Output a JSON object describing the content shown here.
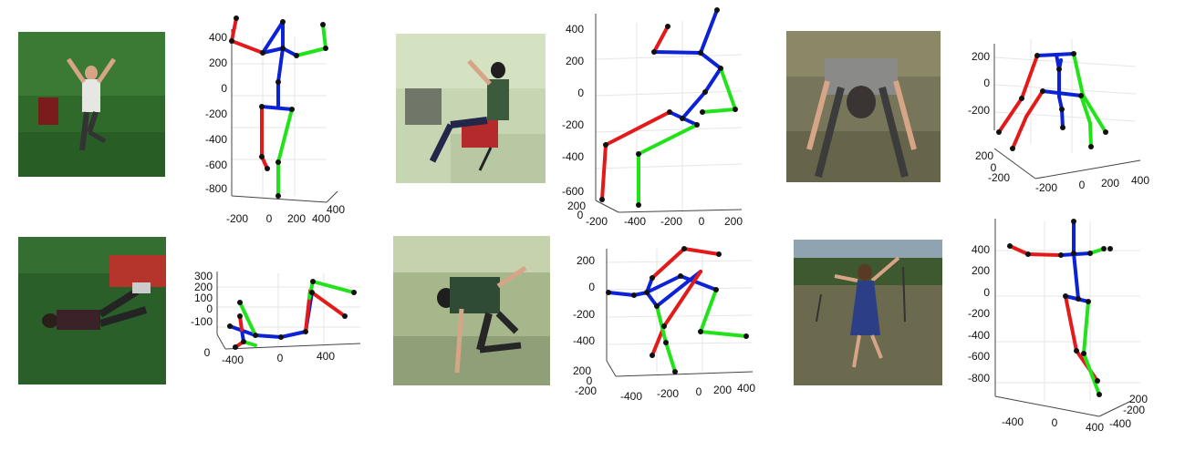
{
  "figure": {
    "panels": [
      {
        "photo": {
          "scene": "green-screen studio, person standing with both arms raised, one leg bent",
          "palette": [
            "#2f6b2c",
            "#3f8a3a",
            "#e8e8e8"
          ]
        },
        "plot": {
          "y_ticks": [
            "400",
            "200",
            "0",
            "-200",
            "-400",
            "-600",
            "-800"
          ],
          "x_ticks": [
            "-200",
            "0",
            "200",
            "400"
          ],
          "depth_ticks": [
            "400"
          ]
        }
      },
      {
        "photo": {
          "scene": "indoor studio, person seated on a red office chair, one arm raised",
          "palette": [
            "#c9d9b8",
            "#9aaa88",
            "#b52b2b"
          ]
        },
        "plot": {
          "y_ticks": [
            "400",
            "200",
            "0",
            "-200",
            "-400",
            "-600"
          ],
          "x_ticks": [
            "-200",
            "-400",
            "-200",
            "0",
            "200"
          ],
          "depth_ticks": [
            "200",
            "0"
          ]
        }
      },
      {
        "photo": {
          "scene": "outdoor grass field, person bending forward with hands near the ground",
          "palette": [
            "#7d7a5e",
            "#5f5c44",
            "#8c8c8c"
          ]
        },
        "plot": {
          "y_ticks": [
            "200",
            "0",
            "-200"
          ],
          "x_ticks": [
            "-200",
            "0",
            "200",
            "400"
          ],
          "depth_ticks": [
            "200",
            "0",
            "-200"
          ]
        }
      },
      {
        "photo": {
          "scene": "green-screen studio, person lying on the floor near a red couch",
          "palette": [
            "#2a5e2a",
            "#366f33",
            "#b8342c"
          ]
        },
        "plot": {
          "y_ticks": [
            "300",
            "200",
            "100",
            "0",
            "-100"
          ],
          "x_ticks": [
            "-400",
            "0",
            "400"
          ],
          "depth_ticks": [
            "0"
          ]
        }
      },
      {
        "photo": {
          "scene": "indoor studio, person crouching low with one arm on the floor",
          "palette": [
            "#a9bb8f",
            "#8c9c74",
            "#2f4a2f"
          ]
        },
        "plot": {
          "y_ticks": [
            "200",
            "0",
            "-200",
            "-400"
          ],
          "x_ticks": [
            "-400",
            "-200",
            "0",
            "200",
            "400"
          ],
          "depth_ticks": [
            "200",
            "0",
            "-200"
          ]
        }
      },
      {
        "photo": {
          "scene": "outdoor field with forest, person in blue dress with arms spread wide",
          "palette": [
            "#8c9fae",
            "#3f5a2f",
            "#2b3f8a"
          ]
        },
        "plot": {
          "y_ticks": [
            "400",
            "200",
            "0",
            "-200",
            "-400",
            "-600",
            "-800"
          ],
          "x_ticks": [
            "-400",
            "0",
            "400"
          ],
          "depth_ticks": [
            "200",
            "-200",
            "-400"
          ]
        }
      }
    ],
    "limb_colors": {
      "torso": "#0b22d6",
      "right": "#e31a1a",
      "left": "#22e31a",
      "joint": "#111111",
      "axis": "#444444",
      "grid": "#e6e6e6"
    }
  }
}
